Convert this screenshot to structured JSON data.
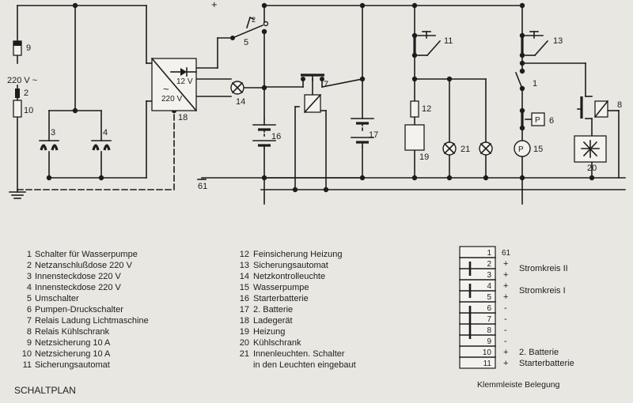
{
  "diagram": {
    "plus_sign": "+",
    "ground_line_label": "61",
    "mains_voltage": "220 V ~",
    "charger_dc_label": "12 V",
    "charger_ac_label": "220 V",
    "ac_symbol": "~",
    "pump_symbol": "P",
    "component_numbers": {
      "c1": "1",
      "c2": "2",
      "c2b": "2",
      "c3": "3",
      "c4": "4",
      "c5": "5",
      "c6": "6",
      "c7": "7",
      "c8": "8",
      "c9": "9",
      "c10": "10",
      "c11": "11",
      "c12": "12",
      "c13": "13",
      "c14": "14",
      "c15": "15",
      "c16": "16",
      "c17": "17",
      "c18": "18",
      "c19": "19",
      "c20": "20",
      "c21": "21"
    }
  },
  "legend": {
    "col1": [
      {
        "num": "1",
        "text": "Schalter für Wasserpumpe"
      },
      {
        "num": "2",
        "text": "Netzanschlußdose 220 V"
      },
      {
        "num": "3",
        "text": "Innensteckdose 220 V"
      },
      {
        "num": "4",
        "text": "Innensteckdose 220 V"
      },
      {
        "num": "5",
        "text": "Umschalter"
      },
      {
        "num": "6",
        "text": "Pumpen-Druckschalter"
      },
      {
        "num": "7",
        "text": "Relais Ladung Lichtmaschine"
      },
      {
        "num": "8",
        "text": "Relais Kühlschrank"
      },
      {
        "num": "9",
        "text": "Netzsicherung 10 A"
      },
      {
        "num": "10",
        "text": "Netzsicherung 10 A"
      },
      {
        "num": "11",
        "text": "Sicherungsautomat"
      }
    ],
    "col2": [
      {
        "num": "12",
        "text": "Feinsicherung Heizung"
      },
      {
        "num": "13",
        "text": "Sicherungsautomat"
      },
      {
        "num": "14",
        "text": "Netzkontrolleuchte"
      },
      {
        "num": "15",
        "text": "Wasserpumpe"
      },
      {
        "num": "16",
        "text": "Starterbatterie"
      },
      {
        "num": "17",
        "text": "2. Batterie"
      },
      {
        "num": "18",
        "text": "Ladegerät"
      },
      {
        "num": "19",
        "text": "Heizung"
      },
      {
        "num": "20",
        "text": "Kühlschrank"
      },
      {
        "num": "21",
        "text": "Innenleuchten. Schalter"
      },
      {
        "num": "",
        "text": "in den Leuchten eingebaut"
      }
    ]
  },
  "terminal_strip": {
    "caption": "Klemmleiste Belegung",
    "rows": [
      {
        "num": "1",
        "sign": "61",
        "desc": ""
      },
      {
        "num": "2",
        "sign": "+",
        "desc": ""
      },
      {
        "num": "3",
        "sign": "+",
        "desc": ""
      },
      {
        "num": "4",
        "sign": "+",
        "desc": ""
      },
      {
        "num": "5",
        "sign": "+",
        "desc": ""
      },
      {
        "num": "6",
        "sign": "-",
        "desc": ""
      },
      {
        "num": "7",
        "sign": "-",
        "desc": ""
      },
      {
        "num": "8",
        "sign": "-",
        "desc": ""
      },
      {
        "num": "9",
        "sign": "-",
        "desc": ""
      },
      {
        "num": "10",
        "sign": "+",
        "desc": "2. Batterie"
      },
      {
        "num": "11",
        "sign": "+",
        "desc": "Starterbatterie"
      }
    ],
    "group_labels": {
      "kreis2": "Stromkreis II",
      "kreis1": "Stromkreis I"
    }
  },
  "footer_title": "SCHALTPLAN"
}
